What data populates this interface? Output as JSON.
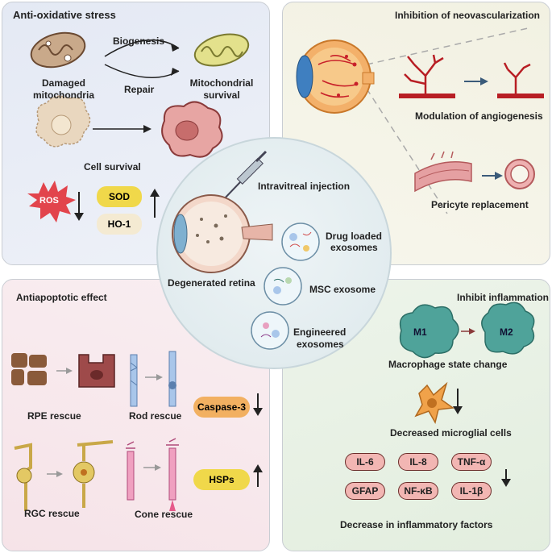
{
  "panels": {
    "anti_oxidative": {
      "title": "Anti-oxidative stress",
      "biogenesis": "Biogenesis",
      "repair": "Repair",
      "damaged": "Damaged",
      "damaged2": "mitochondria",
      "mito_survival": "Mitochondrial",
      "mito_survival2": "survival",
      "cell_survival": "Cell survival",
      "ros": "ROS",
      "sod": "SOD",
      "ho1": "HO-1"
    },
    "neovascularization": {
      "title": "Inhibition of neovascularization",
      "modulation": "Modulation of angiogenesis",
      "pericyte": "Pericyte replacement"
    },
    "antiapoptotic": {
      "title": "Antiapoptotic effect",
      "rpe": "RPE rescue",
      "rod": "Rod rescue",
      "rgc": "RGC rescue",
      "cone": "Cone rescue",
      "caspase": "Caspase-3",
      "hsps": "HSPs"
    },
    "inflammation": {
      "title": "Inhibit inflammation",
      "m1": "M1",
      "m2": "M2",
      "macrophage": "Macrophage state change",
      "microglia": "Decreased microglial cells",
      "factors": [
        "IL-6",
        "IL-8",
        "TNF-α",
        "GFAP",
        "NF-κB",
        "IL-1β"
      ],
      "decrease": "Decrease in inflammatory factors"
    }
  },
  "center": {
    "injection": "Intravitreal injection",
    "retina": "Degenerated retina",
    "drug1": "Drug loaded",
    "drug2": "exosomes",
    "msc": "MSC exosome",
    "eng1": "Engineered",
    "eng2": "exosomes"
  }
}
